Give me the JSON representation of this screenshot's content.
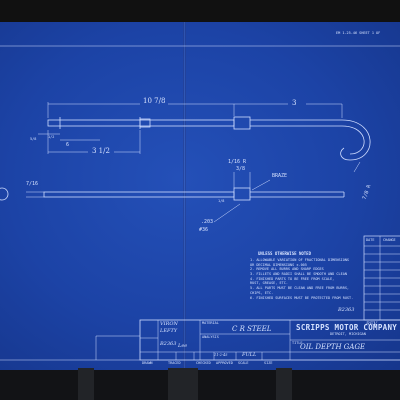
{
  "header": {
    "sheet_ref": "EM  1-25-46  SHEET 1 OF"
  },
  "dimensions": {
    "overall_length": "10 7/8",
    "right_section": "3",
    "left_small_a": "5/8",
    "left_small_b": "6",
    "left_small_c": "1/2",
    "mid_length": "3 1/2",
    "radius_small": "1/16 R",
    "bend_radius": "7/8 R",
    "rod_end": "7/16",
    "gauge_top": "3/8",
    "gauge_bottom": "1/8",
    "dia_a": ".203",
    ".dia_b": "",
    "dia_b": "#36"
  },
  "labels": {
    "braze": "BRAZE"
  },
  "notes": {
    "title": "UNLESS OTHERWISE NOTED",
    "lines": [
      "1. ALLOWABLE VARIATION OF FRACTIONAL DIMENSIONS",
      "   OR DECIMAL DIMENSIONS ±.005",
      "2. REMOVE ALL BURRS AND SHARP EDGES",
      "3. FILLETS AND RADII SHALL BE SMOOTH AND CLEAN",
      "4. FINISHED PARTS TO BE FREE FROM SCALE,",
      "   RUST, GREASE, ETC.",
      "5. ALL PARTS MUST BE CLEAN AND FREE FROM BURRS,",
      "   CHIPS, ETC.",
      "6. FINISHED SURFACES MUST BE PROTECTED FROM RUST."
    ]
  },
  "revision_table": {
    "label": "REV",
    "col_date": "DATE",
    "col_change": "CHANGE",
    "part_ref": "B2363"
  },
  "title_block": {
    "company": "SCRIPPS MOTOR COMPANY",
    "location": "DETROIT, MICHIGAN",
    "part_name": "OIL DEPTH GAGE",
    "material_label": "MATERIAL",
    "material": "C R STEEL",
    "analysis_label": "ANALYSIS",
    "title_label": "TITLE",
    "side_label_1": "VIRON",
    "side_label_2": "LEFTY",
    "drawing_no": "B2363",
    "date": "11-2-45",
    "drawn_by": "Lee",
    "footer_cells": [
      "DRAWN",
      "TRACED",
      "CHECKED",
      "APPROVED",
      "SCALE",
      "SIZE"
    ],
    "scale": "FULL"
  }
}
